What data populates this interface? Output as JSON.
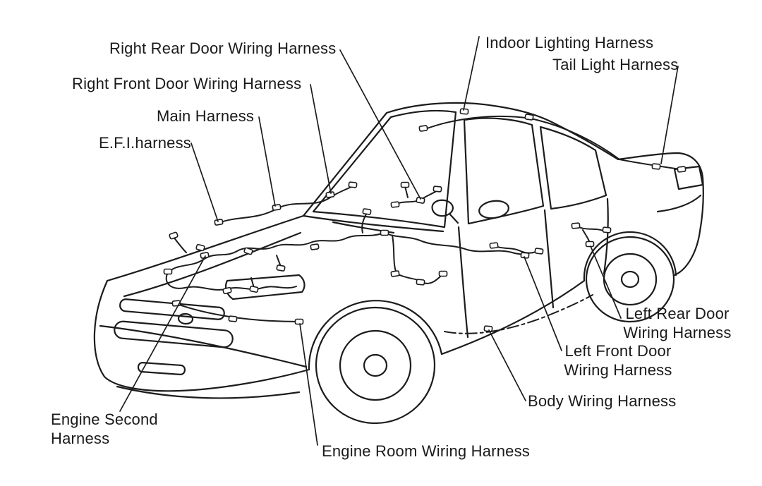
{
  "colors": {
    "background": "#ffffff",
    "line": "#1c1c1c",
    "text": "#1a1a1a"
  },
  "labels": [
    {
      "id": "right-rear-door-wiring-harness",
      "lines": [
        "Right Rear Door Wiring Harness"
      ]
    },
    {
      "id": "right-front-door-wiring-harness",
      "lines": [
        "Right Front Door Wiring Harness"
      ]
    },
    {
      "id": "main-harness",
      "lines": [
        "Main Harness"
      ]
    },
    {
      "id": "efi-harness",
      "lines": [
        "E.F.I.harness"
      ]
    },
    {
      "id": "indoor-lighting-harness",
      "lines": [
        "Indoor Lighting Harness"
      ]
    },
    {
      "id": "tail-light-harness",
      "lines": [
        "Tail Light Harness"
      ]
    },
    {
      "id": "left-rear-door-wiring-harness",
      "lines": [
        "Left Rear Door",
        "Wiring Harness"
      ]
    },
    {
      "id": "left-front-door-wiring-harness",
      "lines": [
        "Left Front Door",
        "Wiring Harness"
      ]
    },
    {
      "id": "body-wiring-harness",
      "lines": [
        "Body Wiring Harness"
      ]
    },
    {
      "id": "engine-second-harness",
      "lines": [
        "Engine Second",
        "Harness"
      ]
    },
    {
      "id": "engine-room-wiring-harness",
      "lines": [
        "Engine Room Wiring Harness"
      ]
    }
  ]
}
